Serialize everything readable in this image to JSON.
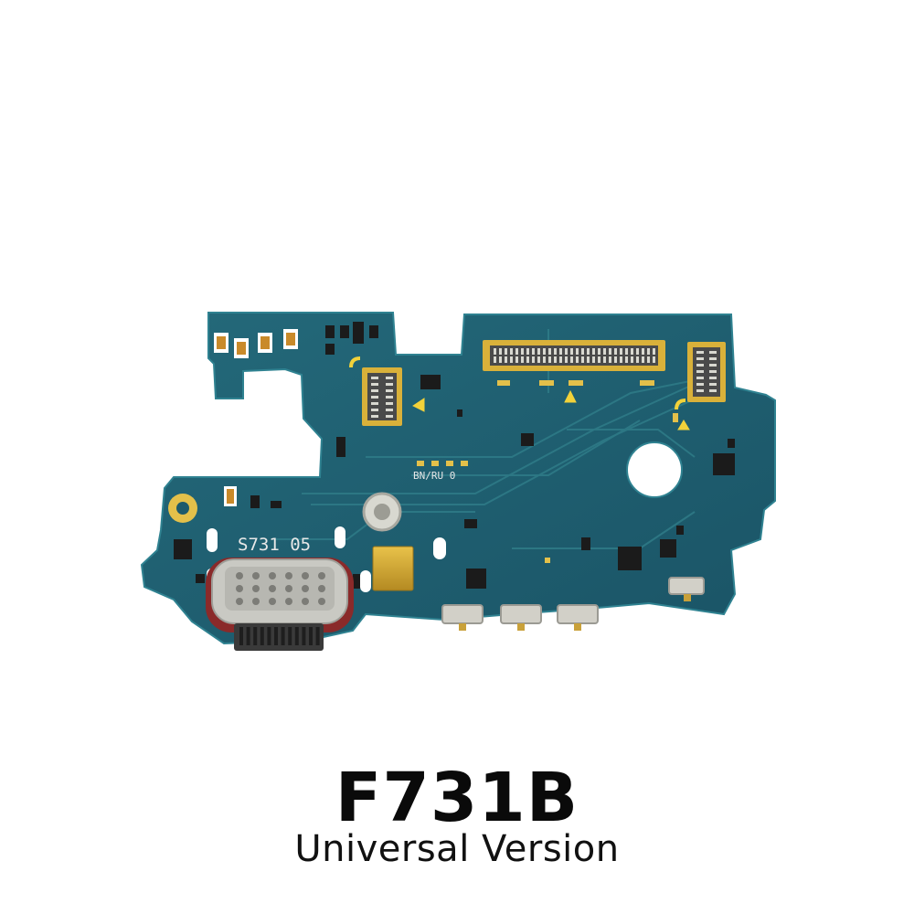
{
  "product": {
    "model": "F731B",
    "variant": "Universal Version"
  },
  "silkscreen": {
    "board_code": "S731  05",
    "region_mark": "BN/RU 0"
  },
  "colors": {
    "background": "#ffffff",
    "pcb": "#1d5a6b",
    "pcb_edge": "#2a7a86",
    "trace": "#2f7c88",
    "gold": "#d9b13a",
    "connector": "#3a3a3a",
    "usb_gasket": "#8a2a2a",
    "silkscreen": "#e8e8e8",
    "marker": "#f2d23a"
  }
}
